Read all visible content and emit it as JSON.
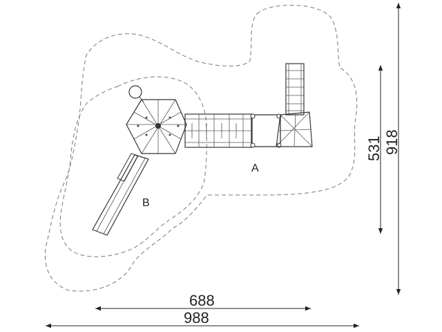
{
  "dimensions": {
    "inner_width": "688",
    "outer_width": "988",
    "inner_height": "531",
    "outer_height": "918"
  },
  "zones": {
    "a": "A",
    "b": "B"
  },
  "colors": {
    "line": "#333333",
    "dashed": "#777777",
    "text": "#222222"
  }
}
